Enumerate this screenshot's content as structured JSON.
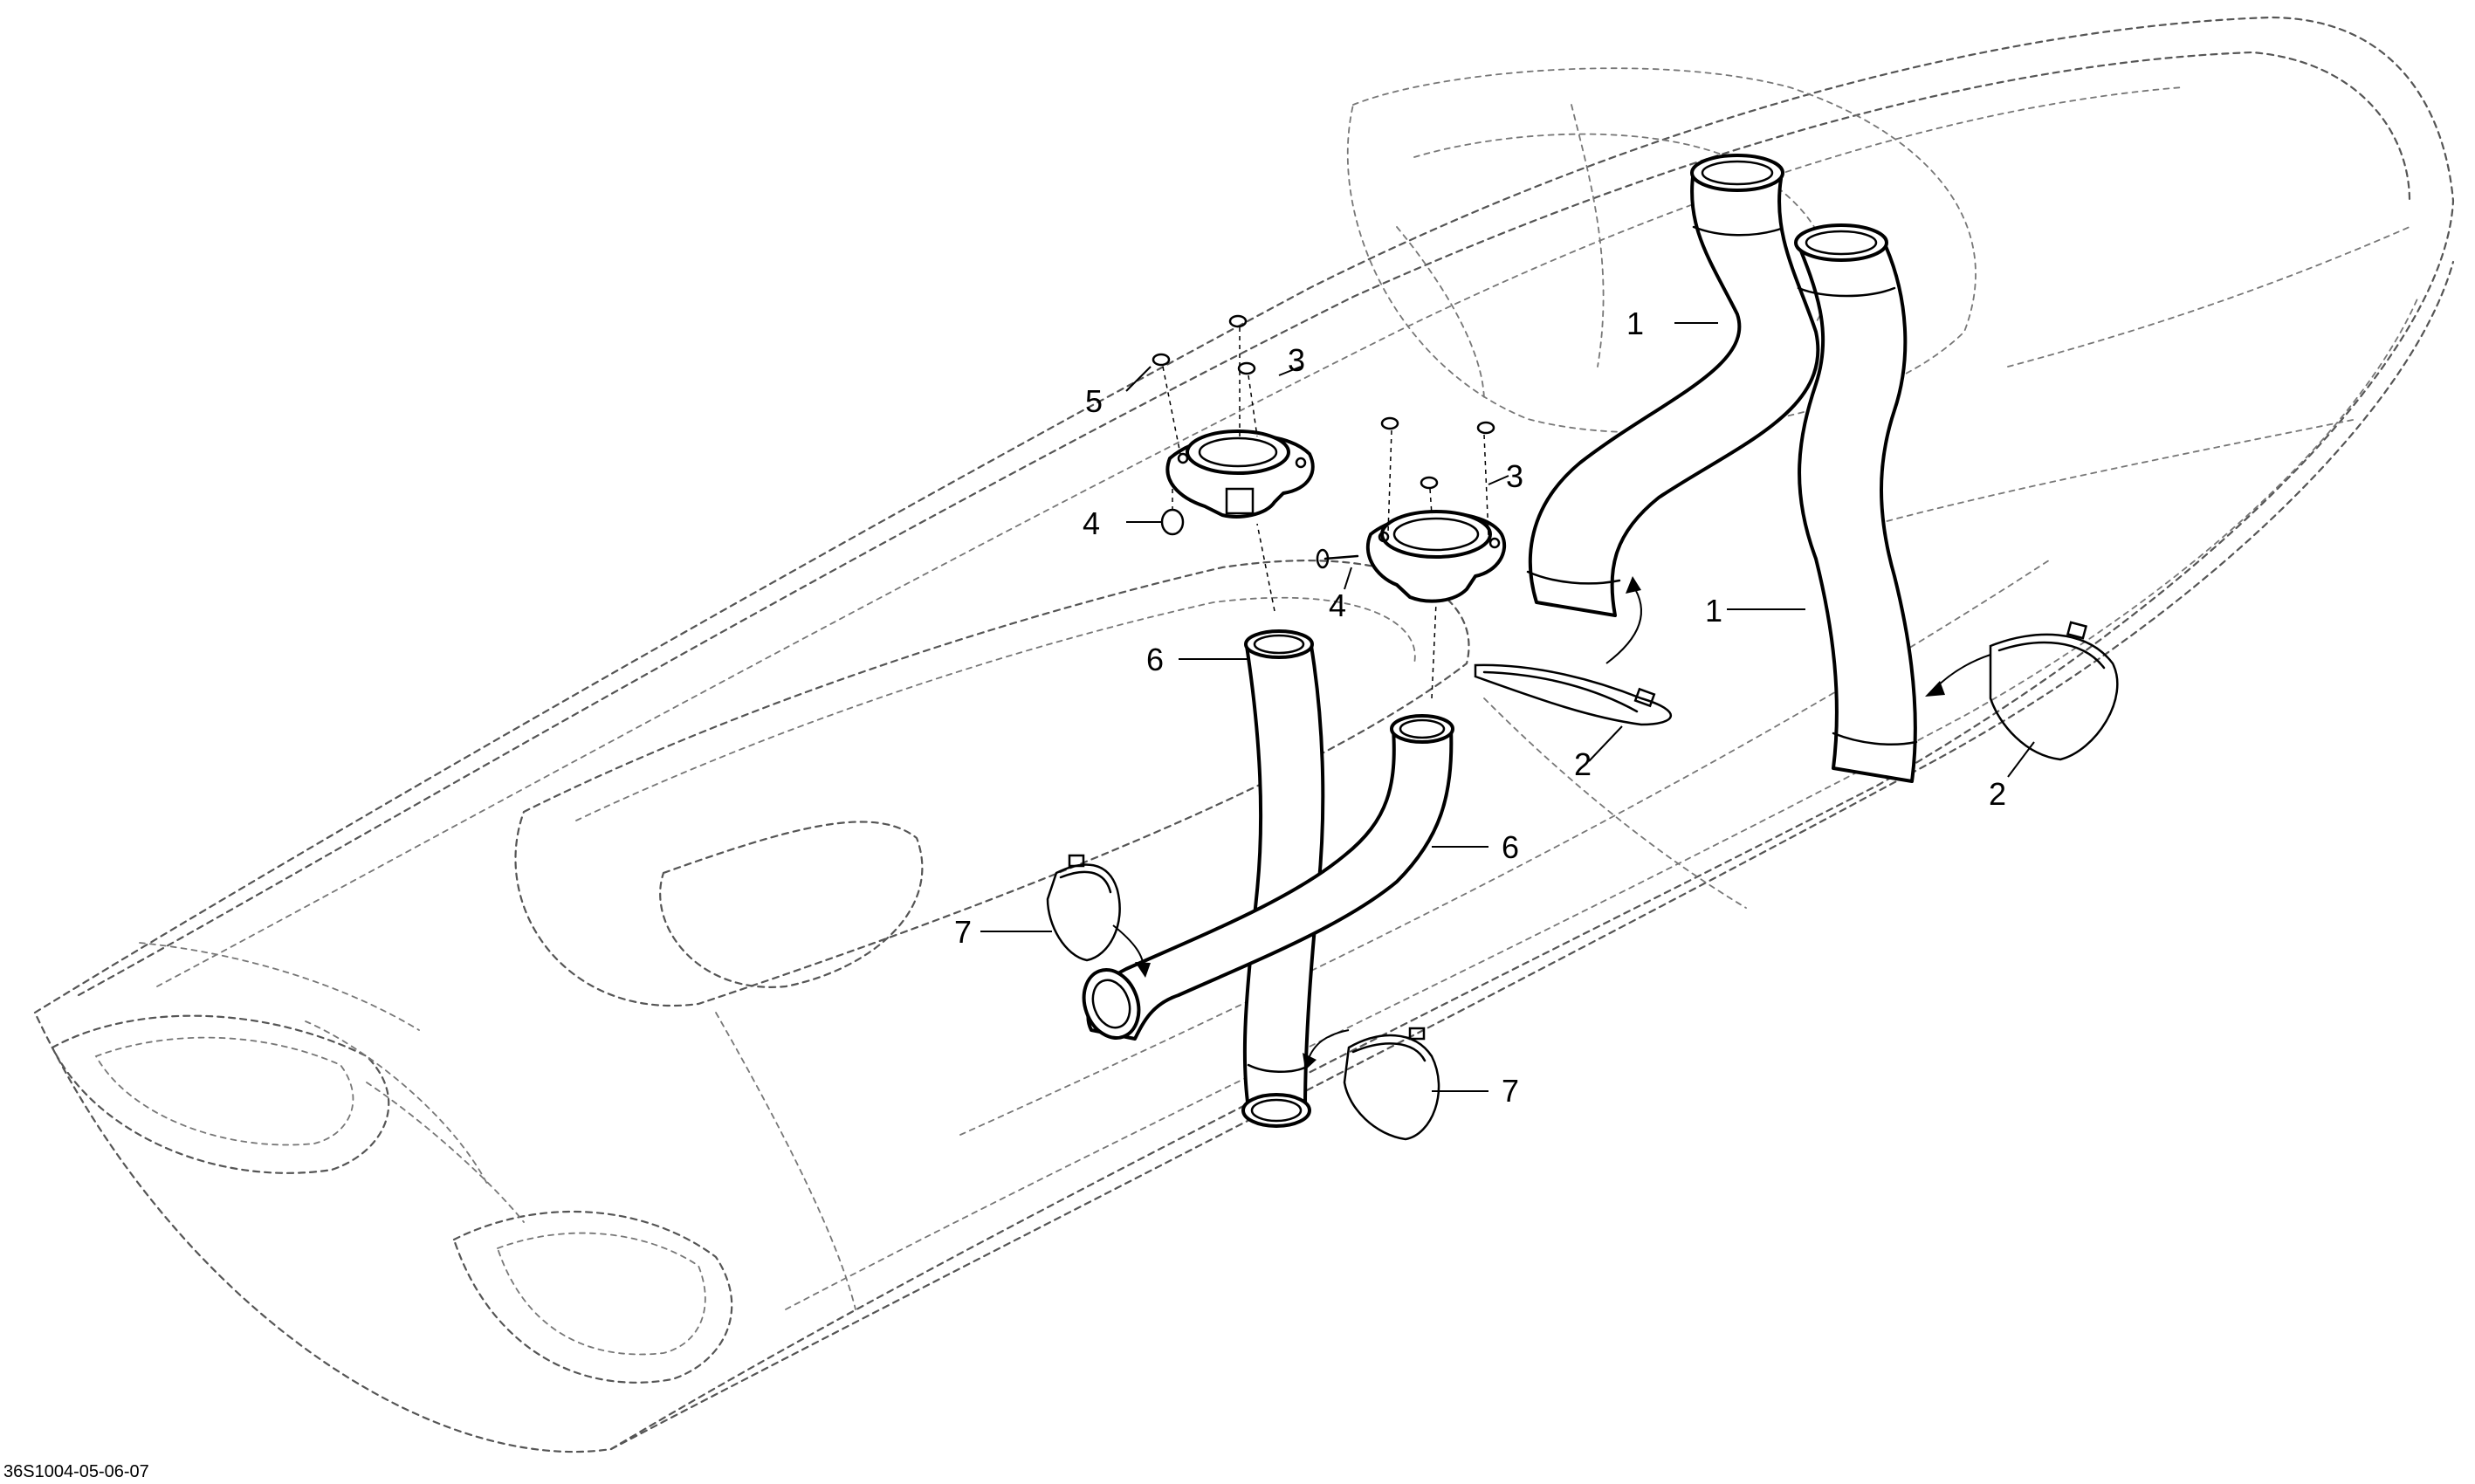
{
  "diagram": {
    "callouts": {
      "c1a": "1",
      "c1b": "1",
      "c2a": "2",
      "c2b": "2",
      "c3a": "3",
      "c3b": "3",
      "c4a": "4",
      "c4b": "4",
      "c5": "5",
      "c6a": "6",
      "c6b": "6",
      "c7a": "7",
      "c7b": "7"
    },
    "drawing_code": "36S1004-05-06-07"
  }
}
